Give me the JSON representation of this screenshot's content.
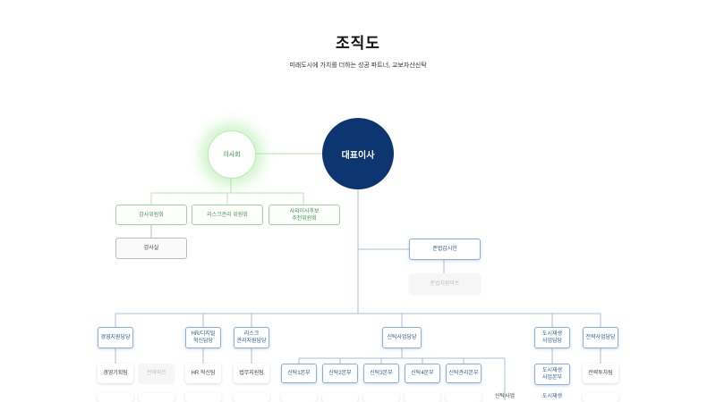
{
  "header": {
    "title": "조직도",
    "subtitle": "미래도시에 가치를 더하는 성공 파트너, 교보자산신탁"
  },
  "top": {
    "ceo": "대표이사",
    "board": "이사회"
  },
  "committees": [
    "감사위원회",
    "리스크관리 위원회",
    "사외이사후보\n추천위원회"
  ],
  "audit_office": "감사실",
  "compliance": {
    "officer": "준법감시인",
    "team": "준법지원파트"
  },
  "divisions": {
    "mgmt_support": "경영지원담당",
    "hr_digital": "HR/디지털\n혁신담당",
    "risk": "리스크\n관리지원담당",
    "trust_business": "신탁사업담당",
    "urban_regen": "도시재생\n사업담당",
    "strategy": "전략사업담당"
  },
  "teams": {
    "mgmt_planning": "경영기획팀",
    "mgmt_faded": "전략파트",
    "hr_innovation": "HR 혁신팀",
    "legal_support": "법무지원팀",
    "trust_1": "신탁1본부",
    "trust_2": "신탁2본부",
    "trust_3": "신탁3본부",
    "trust_4": "신탁4본부",
    "trust_mgmt": "신탁관리본부",
    "urban_regen_hq": "도시재생\n사업본부",
    "strategy_invest": "전략투자팀",
    "partial_1": "신탁사업",
    "partial_2": "도시재생"
  }
}
